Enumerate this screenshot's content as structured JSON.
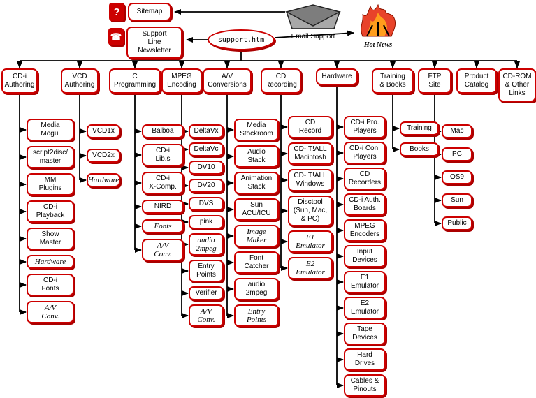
{
  "root_label": "support.htm",
  "top": {
    "sitemap_icon": "?",
    "sitemap_label": "Sitemap",
    "newsletter_icon": "☎",
    "newsletter_label": "Support\nLine\nNewsletter",
    "email_label": "Email Support",
    "hotnews_label": "Hot News"
  },
  "colors": {
    "accent": "#cc0000",
    "shadow": "#aa0000",
    "line": "#000000"
  },
  "columns": [
    {
      "label": "CD-i\nAuthoring",
      "children": [
        {
          "label": "Media\nMogul",
          "italic": false
        },
        {
          "label": "script2disc/\nmaster",
          "italic": false
        },
        {
          "label": "MM\nPlugins",
          "italic": false
        },
        {
          "label": "CD-i\nPlayback",
          "italic": false
        },
        {
          "label": "Show\nMaster",
          "italic": false
        },
        {
          "label": "Hardware",
          "italic": true
        },
        {
          "label": "CD-i\nFonts",
          "italic": false
        },
        {
          "label": "A/V\nConv.",
          "italic": true
        }
      ]
    },
    {
      "label": "VCD\nAuthoring",
      "children": [
        {
          "label": "VCD1x",
          "italic": false
        },
        {
          "label": "VCD2x",
          "italic": false
        },
        {
          "label": "Hardware",
          "italic": true
        }
      ]
    },
    {
      "label": "C\nProgramming",
      "children": [
        {
          "label": "Balboa",
          "italic": false
        },
        {
          "label": "CD-i\nLib.s",
          "italic": false
        },
        {
          "label": "CD-i\nX-Comp.",
          "italic": false
        },
        {
          "label": "NIRD",
          "italic": false
        },
        {
          "label": "Fonts",
          "italic": true
        },
        {
          "label": "A/V\nConv.",
          "italic": true
        }
      ]
    },
    {
      "label": "MPEG\nEncoding",
      "children": [
        {
          "label": "DeltaVx",
          "italic": false
        },
        {
          "label": "DeltaVc",
          "italic": false
        },
        {
          "label": "DV10",
          "italic": false
        },
        {
          "label": "DV20",
          "italic": false
        },
        {
          "label": "DVS",
          "italic": false
        },
        {
          "label": "pink",
          "italic": false
        },
        {
          "label": "audio\n2mpeg",
          "italic": true
        },
        {
          "label": "Entry\nPoints",
          "italic": false
        },
        {
          "label": "Verifier",
          "italic": false
        },
        {
          "label": "A/V\nConv.",
          "italic": true
        }
      ]
    },
    {
      "label": "A/V\nConversions",
      "children": [
        {
          "label": "Media\nStockroom",
          "italic": false
        },
        {
          "label": "Audio\nStack",
          "italic": false
        },
        {
          "label": "Animation\nStack",
          "italic": false
        },
        {
          "label": "Sun\nACU/ICU",
          "italic": false
        },
        {
          "label": "Image\nMaker",
          "italic": true
        },
        {
          "label": "Font\nCatcher",
          "italic": false
        },
        {
          "label": "audio\n2mpeg",
          "italic": false
        },
        {
          "label": "Entry\nPoints",
          "italic": true
        }
      ]
    },
    {
      "label": "CD\nRecording",
      "children": [
        {
          "label": "CD\nRecord",
          "italic": false
        },
        {
          "label": "CD-IT!ALL\nMacintosh",
          "italic": false
        },
        {
          "label": "CD-IT!ALL\nWindows",
          "italic": false
        },
        {
          "label": "Disctool\n(Sun, Mac,\n& PC)",
          "italic": false
        },
        {
          "label": "E1\nEmulator",
          "italic": true
        },
        {
          "label": "E2\nEmulator",
          "italic": true
        }
      ]
    },
    {
      "label": "Hardware",
      "children": [
        {
          "label": "CD-i Pro.\nPlayers",
          "italic": false
        },
        {
          "label": "CD-i Con.\nPlayers",
          "italic": false
        },
        {
          "label": "CD\nRecorders",
          "italic": false
        },
        {
          "label": "CD-i Auth.\nBoards",
          "italic": false
        },
        {
          "label": "MPEG\nEncoders",
          "italic": false
        },
        {
          "label": "Input\nDevices",
          "italic": false
        },
        {
          "label": "E1\nEmulator",
          "italic": false
        },
        {
          "label": "E2\nEmulator",
          "italic": false
        },
        {
          "label": "Tape\nDevices",
          "italic": false
        },
        {
          "label": "Hard\nDrives",
          "italic": false
        },
        {
          "label": "Cables &\nPinouts",
          "italic": false
        }
      ]
    },
    {
      "label": "Training\n& Books",
      "children": [
        {
          "label": "Training",
          "italic": false
        },
        {
          "label": "Books",
          "italic": false
        }
      ]
    },
    {
      "label": "FTP\nSite",
      "children": [
        {
          "label": "Mac",
          "italic": false
        },
        {
          "label": "PC",
          "italic": false
        },
        {
          "label": "OS9",
          "italic": false
        },
        {
          "label": "Sun",
          "italic": false
        },
        {
          "label": "Public",
          "italic": false
        }
      ]
    },
    {
      "label": "Product\nCatalog",
      "children": []
    },
    {
      "label": "CD-ROM\n& Other\nLinks",
      "children": []
    }
  ]
}
